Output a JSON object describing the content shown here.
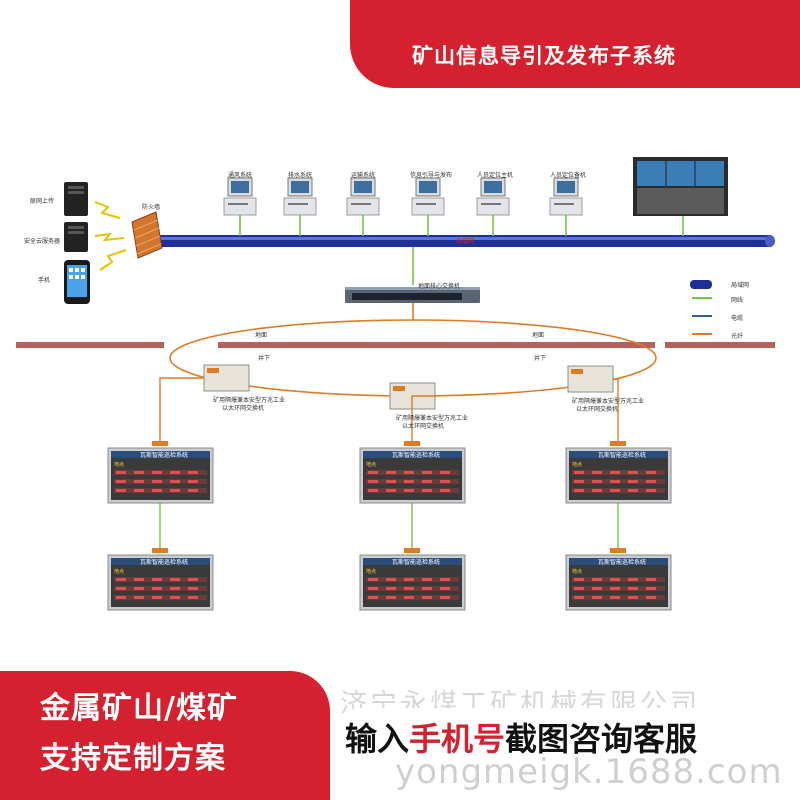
{
  "title": "矿山信息导引及发布子系统",
  "left_devices": [
    {
      "label": "联网上传",
      "icon": "server-tower-icon"
    },
    {
      "label": "安全云服务器",
      "icon": "server-tower-icon"
    },
    {
      "label": "手机",
      "icon": "mobile-phone-icon"
    }
  ],
  "firewall_label": "防火墙",
  "workstations": [
    "通风系统",
    "排水系统",
    "运输系统",
    "信息引导与发布",
    "人员定位主机",
    "人员定位备机"
  ],
  "backbone_label": "局域网",
  "core_switch_label": "地面核心交换机",
  "legend": [
    {
      "label": "局域网",
      "color": "#1f2f9a"
    },
    {
      "label": "网线",
      "color": "#74c444"
    },
    {
      "label": "电缆",
      "color": "#2a5fb0"
    },
    {
      "label": "光纤",
      "color": "#e07b25"
    }
  ],
  "ground_labels": [
    "地面",
    "地面"
  ],
  "underground_labels": [
    "井下",
    "井下"
  ],
  "ring_switch_label_line1": "矿用隔爆兼本安型万兆工业",
  "ring_switch_label_line2": "以太环网交换机",
  "display_panel_title": "瓦斯智能巡检系统",
  "display_panel_field": "地点",
  "cta": {
    "line1": "金属矿山/煤矿",
    "line2": "支持定制方案",
    "prompt_pre": "输入",
    "prompt_highlight": "手机号",
    "prompt_post": "截图咨询客服"
  },
  "watermark": {
    "company": "济宁永煤工矿机械有限公司",
    "url": "yongmeigk.1688.com"
  }
}
